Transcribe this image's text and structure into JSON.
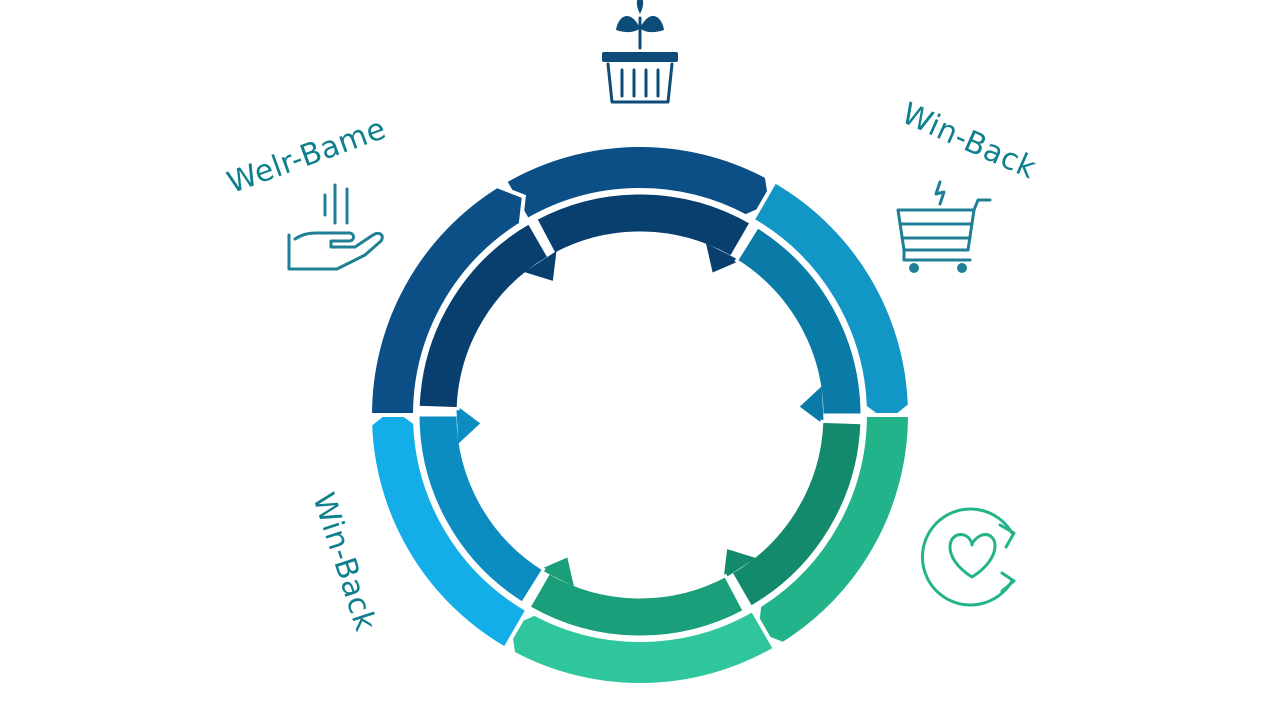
{
  "labels": {
    "top_left": "Welr-Bame",
    "top_right": "Win-Back",
    "bottom_left": "Win-Back"
  },
  "icons": {
    "top": "plant-basket-icon",
    "top_left": "hand-offer-icon",
    "top_right": "shopping-cart-icon",
    "bottom_right": "heart-refresh-icon"
  },
  "colors": {
    "navy": "#0b4f86",
    "navy_dark": "#083f6f",
    "teal_blue": "#1296c6",
    "teal_blue_dark": "#0a7aa6",
    "green": "#23b38a",
    "green_dark": "#148a6c",
    "mint": "#2fc69d",
    "mint_dark": "#1a9f7a",
    "sky": "#13aee8",
    "sky_dark": "#0b8dc2",
    "label": "#0e7f8c",
    "icon": "#1e7f95",
    "icon_dark": "#0d4b78"
  }
}
